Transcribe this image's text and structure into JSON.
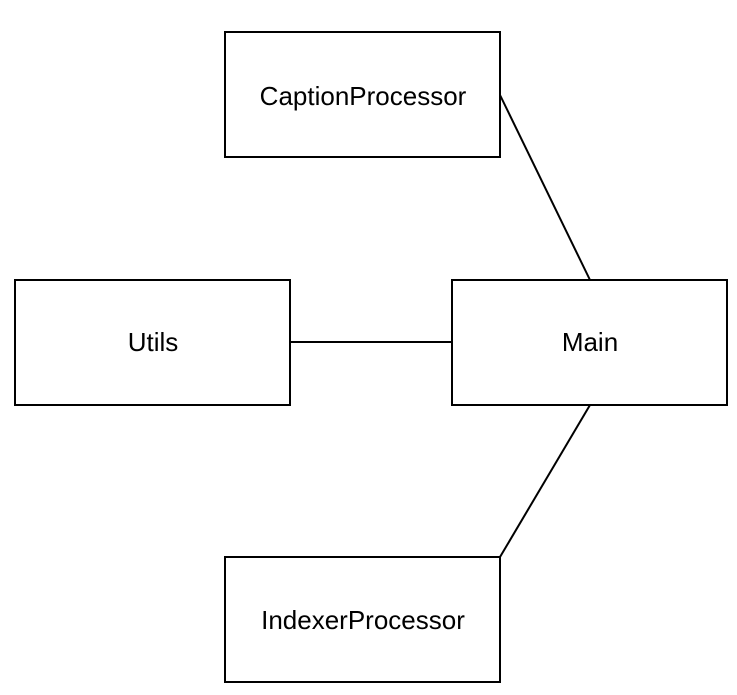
{
  "nodes": {
    "caption_processor": {
      "label": "CaptionProcessor"
    },
    "utils": {
      "label": "Utils"
    },
    "main": {
      "label": "Main"
    },
    "indexer_processor": {
      "label": "IndexerProcessor"
    }
  },
  "edges": [
    {
      "from": "caption_processor",
      "to": "main"
    },
    {
      "from": "utils",
      "to": "main"
    },
    {
      "from": "indexer_processor",
      "to": "main"
    }
  ],
  "colors": {
    "stroke": "#000000",
    "fill": "#ffffff"
  }
}
